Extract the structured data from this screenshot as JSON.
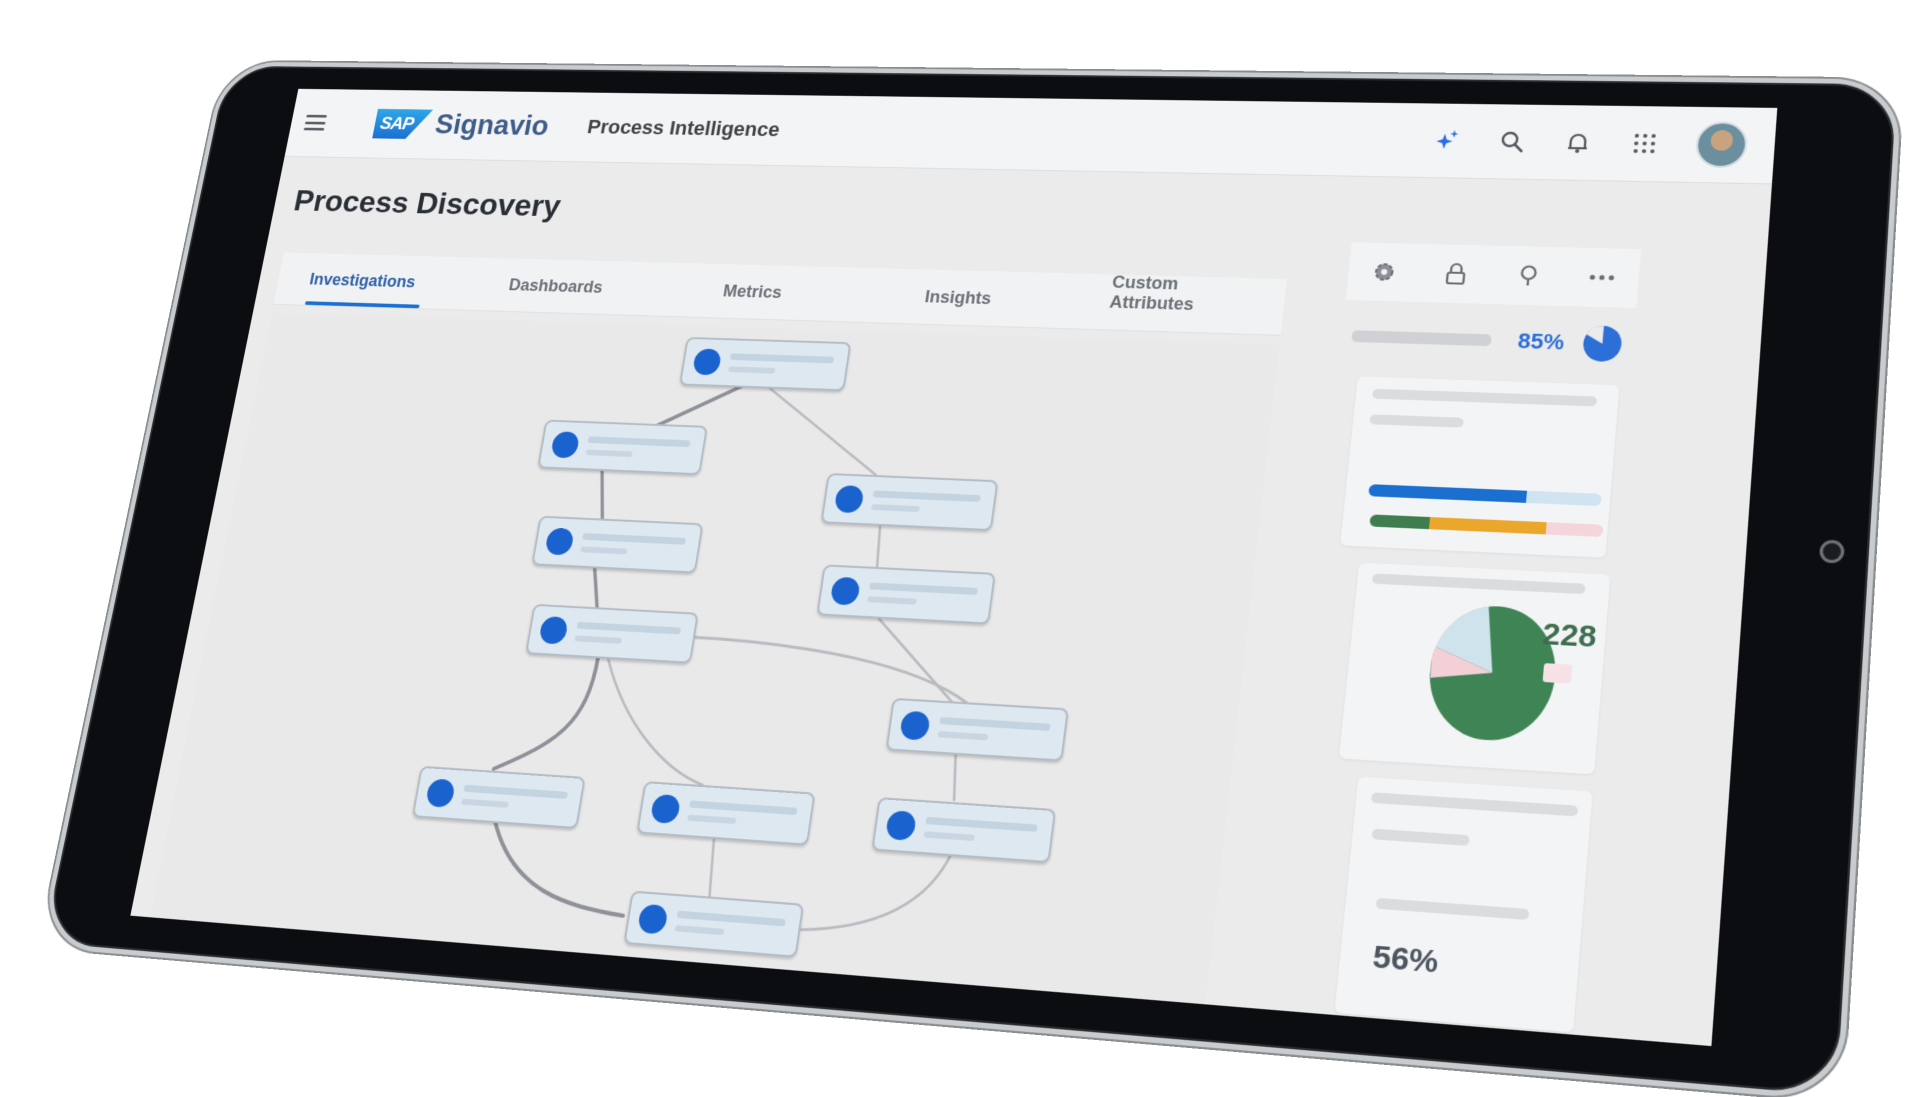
{
  "shell": {
    "brand_badge": "SAP",
    "brand_name": "Signavio",
    "product": "Process Intelligence",
    "icons": [
      "joule-sparkle-icon",
      "search-icon",
      "bell-icon",
      "app-grid-icon",
      "user-avatar"
    ]
  },
  "page": {
    "title": "Process Discovery"
  },
  "tabs": [
    {
      "label": "Investigations",
      "active": true
    },
    {
      "label": "Dashboards",
      "active": false
    },
    {
      "label": "Metrics",
      "active": false
    },
    {
      "label": "Insights",
      "active": false
    },
    {
      "label": "Custom Attributes",
      "active": false
    }
  ],
  "toolbar_actions": [
    "settings-gear-icon",
    "lock-icon",
    "lightbulb-icon",
    "more-options-icon"
  ],
  "process_graph": {
    "node_color": "#1a63cf",
    "node_count": 11,
    "node_labels_visible": false
  },
  "side_panel": {
    "kpi_progress": {
      "value": "85%",
      "percent": 85,
      "color": "#2c6fd6"
    },
    "bars": {
      "blue_bar": {
        "filled_percent": 68,
        "fill": "#1b6fd0",
        "track": "#cfe3f1"
      },
      "stacked_bar": {
        "segments": [
          {
            "percent": 26,
            "color": "#3f7d4f"
          },
          {
            "percent": 50,
            "color": "#eba72b"
          },
          {
            "percent": 24,
            "color": "#f4d5dc"
          }
        ]
      }
    },
    "pie": {
      "value": "228",
      "value_color": "#3f6e4f",
      "slices": [
        {
          "percent": 72,
          "color": "#3e8455"
        },
        {
          "percent": 10,
          "color": "#f3cfd6"
        },
        {
          "percent": 18,
          "color": "#cfe3ec"
        }
      ]
    },
    "bottom_kpi": {
      "value": "56%",
      "color": "#4d5560"
    }
  }
}
